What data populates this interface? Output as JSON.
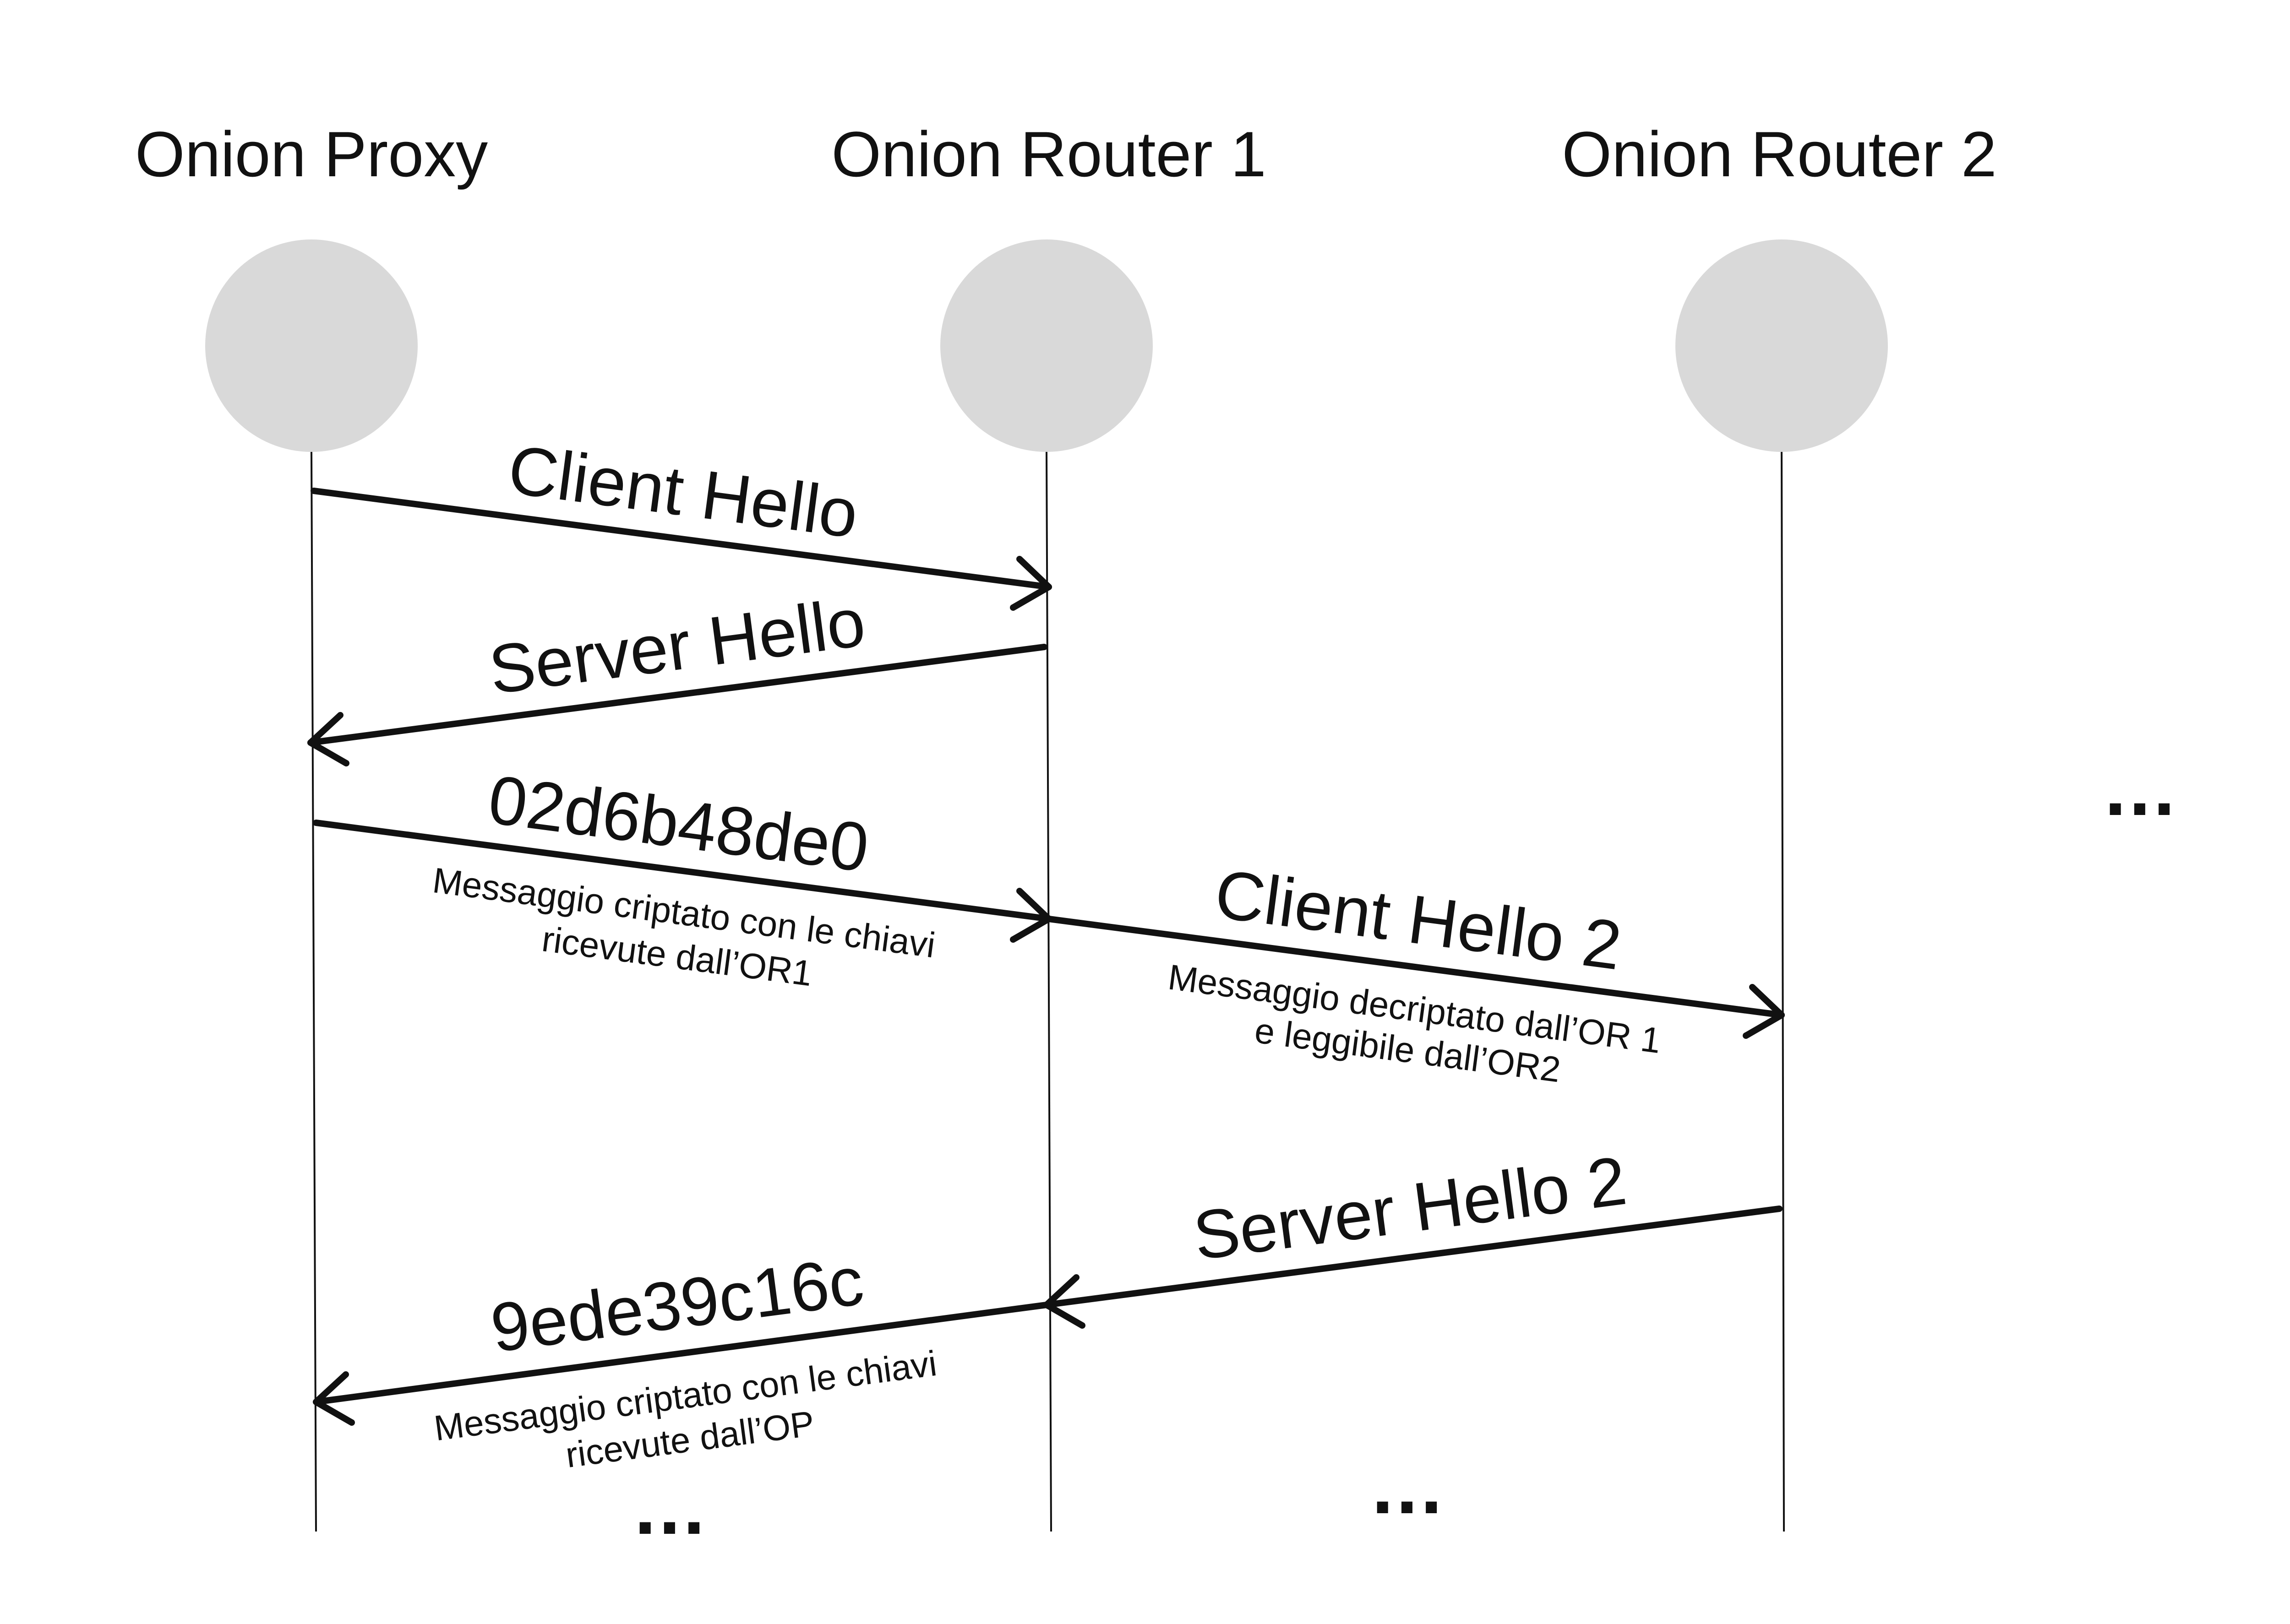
{
  "participants": [
    {
      "name": "Onion Proxy"
    },
    {
      "name": "Onion Router 1"
    },
    {
      "name": "Onion Router 2"
    }
  ],
  "messages": [
    {
      "label": "Client Hello",
      "from": "Onion Proxy",
      "to": "Onion Router 1",
      "note": []
    },
    {
      "label": "Server Hello",
      "from": "Onion Router 1",
      "to": "Onion Proxy",
      "note": []
    },
    {
      "label": "02d6b48de0",
      "from": "Onion Proxy",
      "to": "Onion Router 1",
      "note": [
        "Messaggio criptato con le chiavi",
        "ricevute dall’OR1"
      ]
    },
    {
      "label": "Client Hello 2",
      "from": "Onion Router 1",
      "to": "Onion Router 2",
      "note": [
        "Messaggio decriptato dall’OR 1",
        "e leggibile dall’OR2"
      ]
    },
    {
      "label": "Server Hello 2",
      "from": "Onion Router 2",
      "to": "Onion Router 1",
      "note": []
    },
    {
      "label": "9ede39c16c",
      "from": "Onion Router 1",
      "to": "Onion Proxy",
      "note": [
        "Messaggio criptato con le chiavi",
        "ricevute dall’OP"
      ]
    }
  ],
  "continuation": {
    "right_side": "...",
    "below_proxy": "...",
    "below_router2": "..."
  },
  "colors": {
    "node_fill": "#d9d9d9",
    "line": "#111111",
    "background": "#ffffff"
  }
}
